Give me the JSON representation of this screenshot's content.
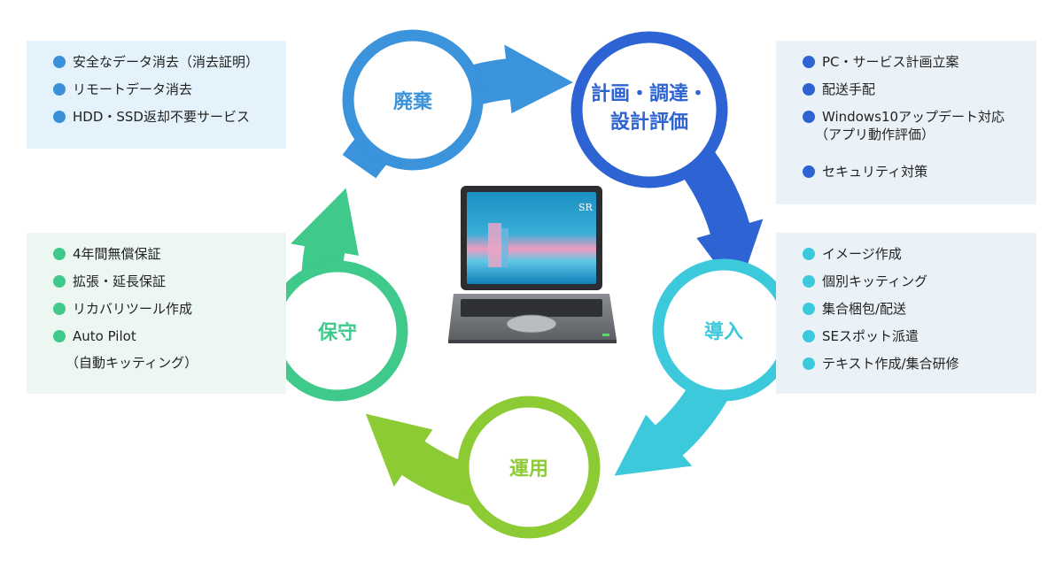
{
  "colors": {
    "disposal": "#3a93db",
    "plan": "#2d63d2",
    "intro": "#3cc9dc",
    "operation": "#8dcb35",
    "maintenance": "#3fc98a",
    "dot_disposal": "#3a8fd8",
    "dot_plan": "#2d63d2",
    "dot_intro": "#3cc9dc",
    "dot_maint": "#3fc98a"
  },
  "stages": {
    "disposal": "廃棄",
    "plan_line1": "計画・調達・",
    "plan_line2": "設計評価",
    "intro": "導入",
    "operation": "運用",
    "maintenance": "保守"
  },
  "laptop": {
    "screen_logo": "SR"
  },
  "panels": {
    "disposal": [
      "安全なデータ消去（消去証明）",
      "リモートデータ消去",
      "HDD・SSD返却不要サービス"
    ],
    "plan": {
      "item1": "PC・サービス計画立案",
      "item2": "配送手配",
      "item3": "Windows10アップデート対応",
      "item3_sub": "（アプリ動作評価）",
      "item4": "セキュリティ対策"
    },
    "maintenance": {
      "item1": "4年間無償保証",
      "item2": "拡張・延長保証",
      "item3": "リカバリツール作成",
      "item4": "Auto Pilot",
      "item4_sub": "（自動キッティング）"
    },
    "intro": [
      "イメージ作成",
      " 個別キッティング",
      "集合梱包/配送",
      "SEスポット派遣",
      "テキスト作成/集合研修"
    ]
  }
}
